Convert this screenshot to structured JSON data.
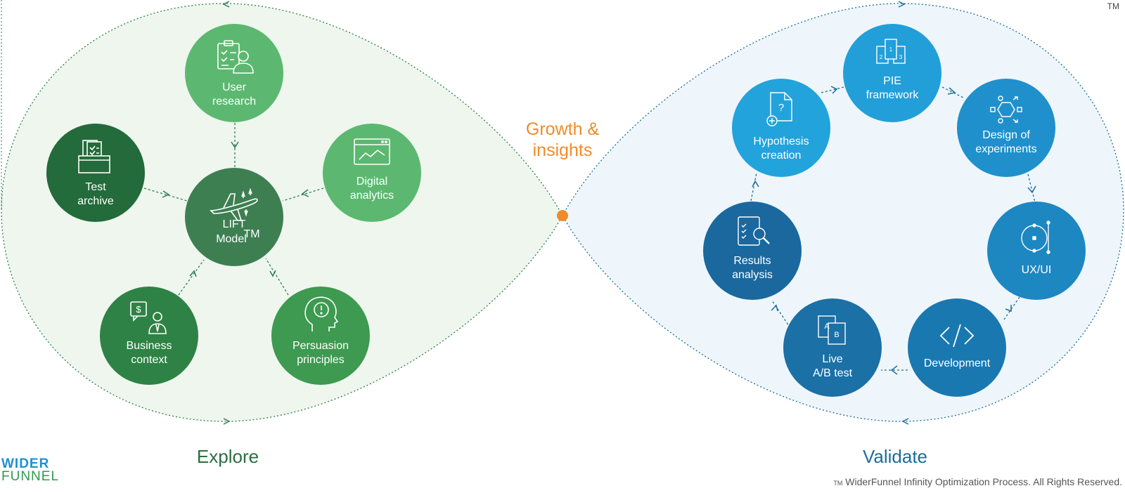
{
  "center": {
    "title_line1": "Growth &",
    "title_line2": "insights",
    "color": "#ee8c2b"
  },
  "explore": {
    "label": "Explore",
    "color": "#2c6e41",
    "hub": {
      "label_line1": "LIFT",
      "label_line2": "Model",
      "label_tm": "TM",
      "icon": "airplane-icon"
    },
    "nodes": [
      {
        "id": "user-research",
        "line1": "User",
        "line2": "research",
        "icon": "clipboard-person-icon"
      },
      {
        "id": "digital-analytics",
        "line1": "Digital",
        "line2": "analytics",
        "icon": "analytics-chart-icon"
      },
      {
        "id": "persuasion-principles",
        "line1": "Persuasion",
        "line2": "principles",
        "icon": "head-exclamation-icon"
      },
      {
        "id": "business-context",
        "line1": "Business",
        "line2": "context",
        "icon": "dollar-person-icon"
      },
      {
        "id": "test-archive",
        "line1": "Test",
        "line2": "archive",
        "icon": "archive-folder-icon"
      }
    ]
  },
  "validate": {
    "label": "Validate",
    "color": "#1b6e99",
    "nodes": [
      {
        "id": "pie-framework",
        "line1": "PIE",
        "line2": "framework",
        "icon": "pie-docs-icon"
      },
      {
        "id": "design-of-experiments",
        "line1": "Design of",
        "line2": "experiments",
        "icon": "network-hex-icon"
      },
      {
        "id": "ux-ui",
        "line1": "UX/UI",
        "line2": "",
        "icon": "vector-circle-icon"
      },
      {
        "id": "development",
        "line1": "Development",
        "line2": "",
        "icon": "code-brackets-icon"
      },
      {
        "id": "live-ab-test",
        "line1": "Live",
        "line2": "A/B test",
        "icon": "ab-cards-icon"
      },
      {
        "id": "results-analysis",
        "line1": "Results",
        "line2": "analysis",
        "icon": "magnifier-doc-icon"
      },
      {
        "id": "hypothesis-creation",
        "line1": "Hypothesis",
        "line2": "creation",
        "icon": "question-doc-icon"
      }
    ]
  },
  "footer": {
    "tm": "TM",
    "copyright_tm": "TM",
    "copyright": "WiderFunnel Infinity Optimization Process. All Rights Reserved.",
    "logo_line1": "WIDER",
    "logo_line2": "FUNNEL"
  }
}
